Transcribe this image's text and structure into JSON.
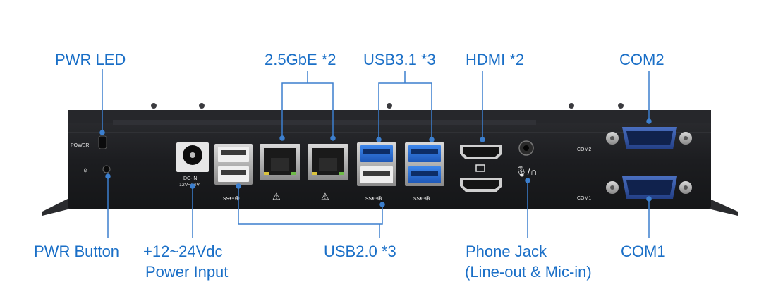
{
  "labels": {
    "pwr_led": "PWR LED",
    "gbe": "2.5GbE *2",
    "usb31": "USB3.1 *3",
    "hdmi": "HDMI *2",
    "com2": "COM2",
    "pwr_button": "PWR Button",
    "power_input_line1": "+12~24Vdc",
    "power_input_line2": "Power Input",
    "usb20": "USB2.0 *3",
    "phone_jack_line1": "Phone Jack",
    "phone_jack_line2": "(Line-out & Mic-in)",
    "com1": "COM1"
  },
  "panel_text": {
    "power": "POWER",
    "dc_in_line1": "DC-IN",
    "dc_in_line2": "12V~24V",
    "com2": "COM2",
    "com1": "COM1"
  },
  "colors": {
    "label_blue": "#1a6fc7",
    "leader_line": "#3c7fce",
    "chassis": "#1e1f22",
    "usb3_blue": "#2a6fd6",
    "com_port_blue": "#2c4f9c"
  }
}
